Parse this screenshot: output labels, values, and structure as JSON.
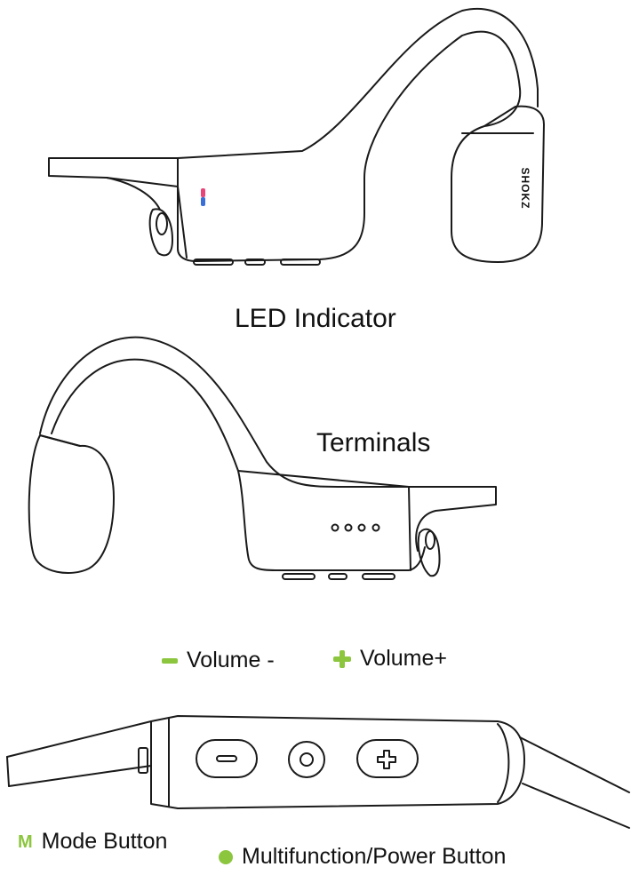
{
  "colors": {
    "accent": "#8cc63f",
    "line": "#1a1a1a",
    "led_top": "#e8457a",
    "led_bottom": "#3a6fd8"
  },
  "brand": {
    "logo_text": "SHOKZ"
  },
  "labels": {
    "led_indicator": "LED Indicator",
    "terminals": "Terminals"
  },
  "legend": {
    "volume_minus": "Volume -",
    "volume_plus": "Volume+",
    "mode_marker": "M",
    "mode_button": "Mode Button",
    "multifunction_button": "Multifunction/Power Button"
  }
}
